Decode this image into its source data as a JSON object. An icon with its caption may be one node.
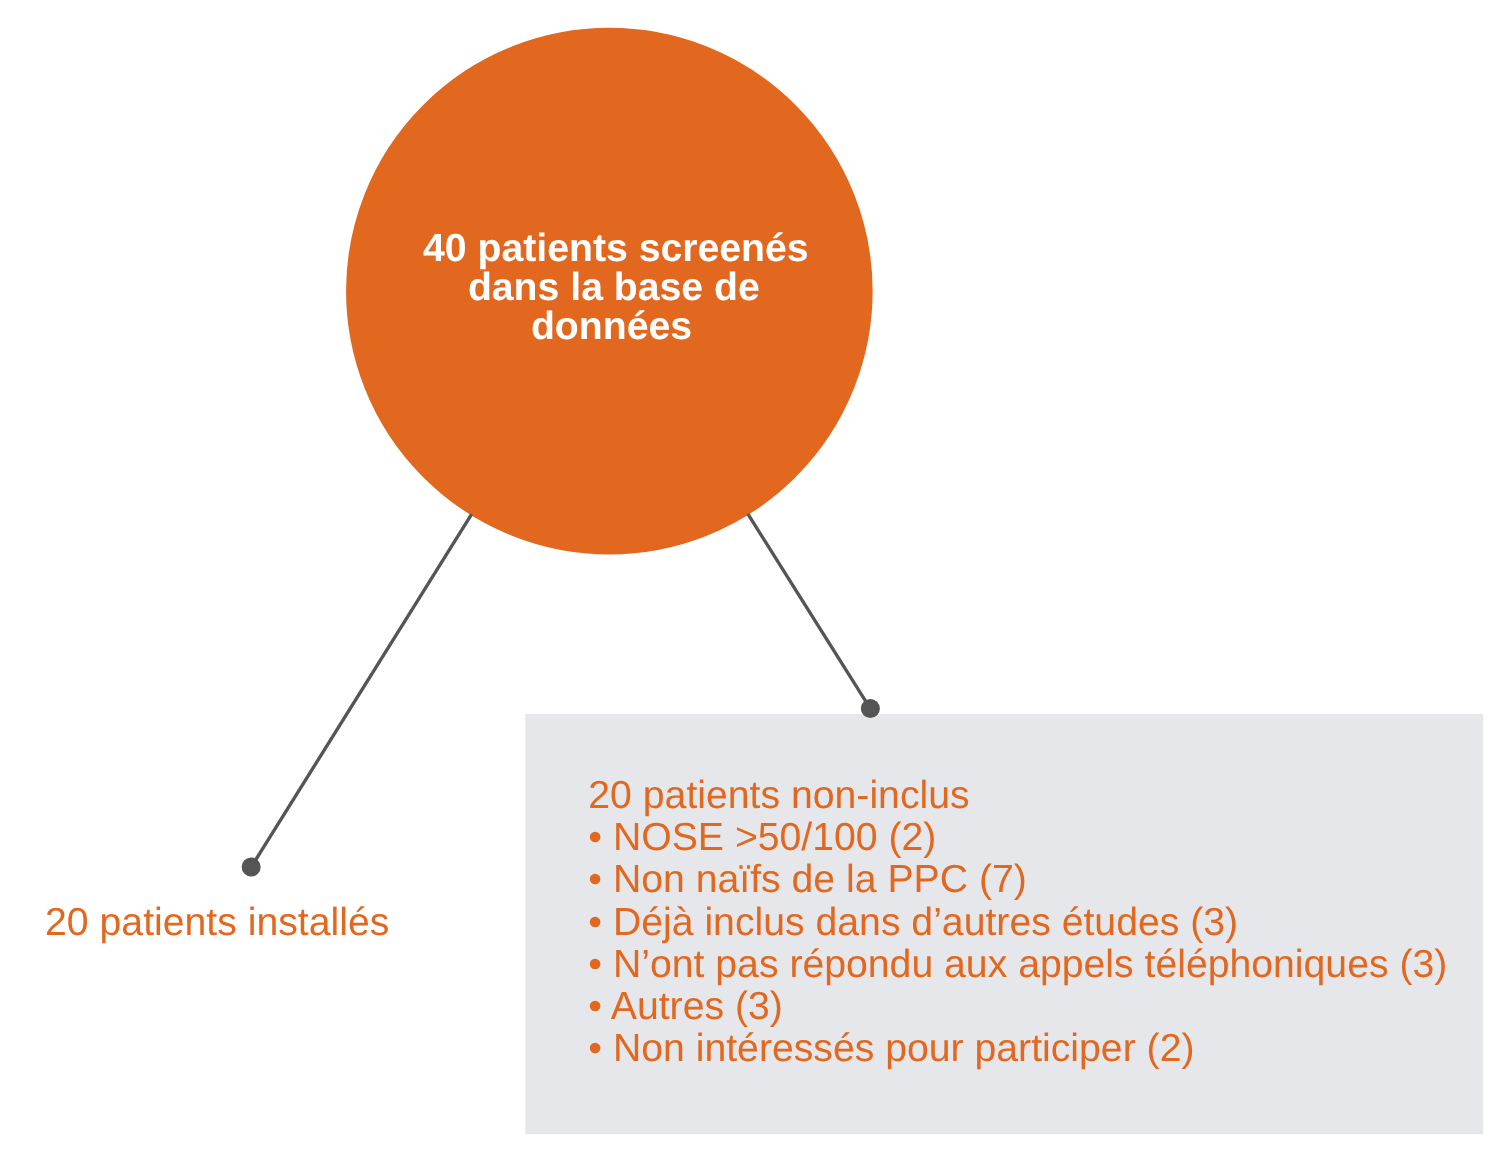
{
  "diagram": {
    "nodes": [
      {
        "text": [
          "40 patients screenés dans la base de données"
        ]
      },
      {
        "text": [
          "20 patients installés"
        ]
      },
      {
        "text": [
          "20 patients non-inclus",
          "• NOSE >50/100 (2)",
          "• Non naïfs de la PPC (7)",
          "• Déjà inclus dans d’autres études (3)",
          "• N’ont pas répondu aux appels téléphoniques (3)",
          "• Autres (3)",
          "• Non intéressés pour participer (2)"
        ]
      }
    ],
    "edges": [
      {
        "from": 0,
        "to": 1,
        "arrow": "other"
      },
      {
        "from": 0,
        "to": 2,
        "arrow": "other"
      }
    ]
  }
}
